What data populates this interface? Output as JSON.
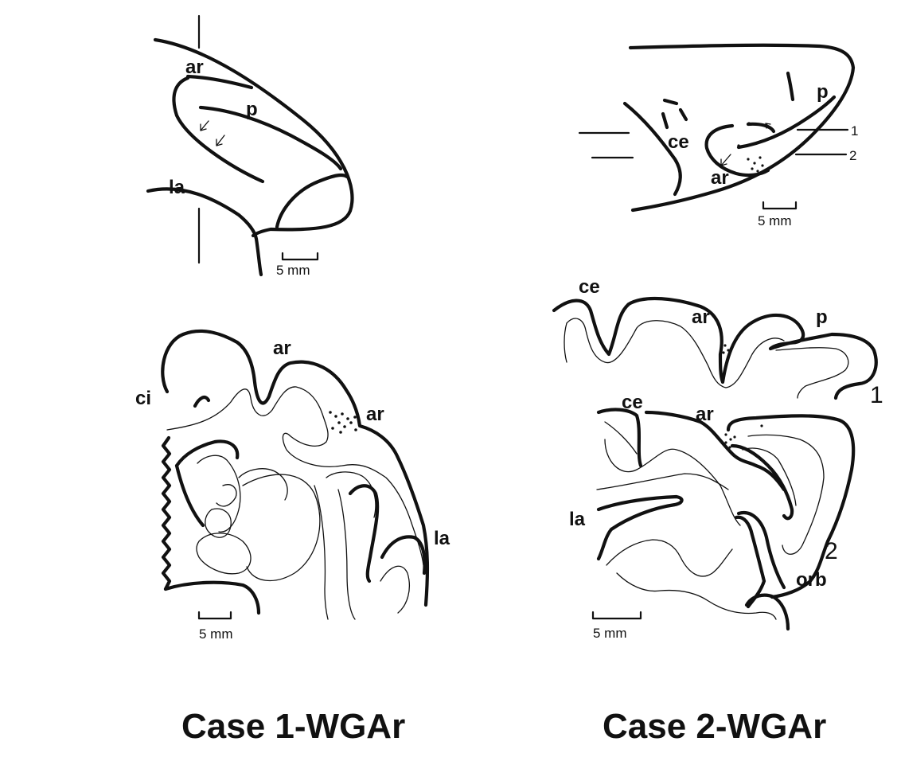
{
  "labels": {
    "case1_top": {
      "ar": "ar",
      "p": "p",
      "la": "la"
    },
    "case1_section": {
      "ar_top": "ar",
      "ci": "ci",
      "ar_right": "ar",
      "la": "la"
    },
    "case2_top": {
      "p": "p",
      "ce": "ce",
      "ar": "ar",
      "line1": "1",
      "line2": "2"
    },
    "case2_section1": {
      "ce": "ce",
      "ar": "ar",
      "p": "p",
      "num": "1"
    },
    "case2_section2": {
      "ce": "ce",
      "ar": "ar",
      "la": "la",
      "num": "2",
      "orb": "orb"
    }
  },
  "scale_bars": {
    "case1_top": "5 mm",
    "case1_section": "5 mm",
    "case2_top": "5 mm",
    "case2_section": "5 mm"
  },
  "titles": {
    "case1": "Case 1-WGAr",
    "case2": "Case 2-WGAr"
  },
  "colors": {
    "ink": "#111111",
    "paper": "#ffffff"
  }
}
